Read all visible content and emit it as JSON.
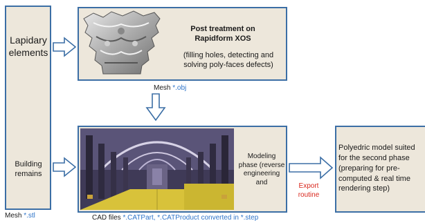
{
  "colors": {
    "box_fill": "#ede7db",
    "box_border": "#3b6ea5",
    "arrow_stroke": "#3b6ea5",
    "link_blue": "#2e74c9",
    "export_red": "#d9261c"
  },
  "left_column": {
    "top_label": "Lapidary\nelements",
    "bottom_label": "Building\nremains"
  },
  "top_box": {
    "title": "Post treatment on\nRapidform XOS",
    "description": "(filling holes, detecting and\nsolving poly-faces defects)",
    "image": "capital-mesh-image"
  },
  "mid_box": {
    "text": "Modeling\nphase (reverse\nengineering\nand",
    "image": "church-interior-render-image"
  },
  "right_box": {
    "text": "Polyedric model suited\nfor the second phase\n(preparing for pre-\ncomputed & real time\nrendering step)"
  },
  "labels": {
    "mesh_obj_prefix": "Mesh",
    "mesh_obj_ext": "*.obj",
    "mesh_stl_prefix": "Mesh",
    "mesh_stl_ext": "*.stl",
    "export": "Export\nroutine",
    "cad_prefix": "CAD files",
    "cad_formats": "*.CATPart, *.CATProduct converted in *.step"
  }
}
